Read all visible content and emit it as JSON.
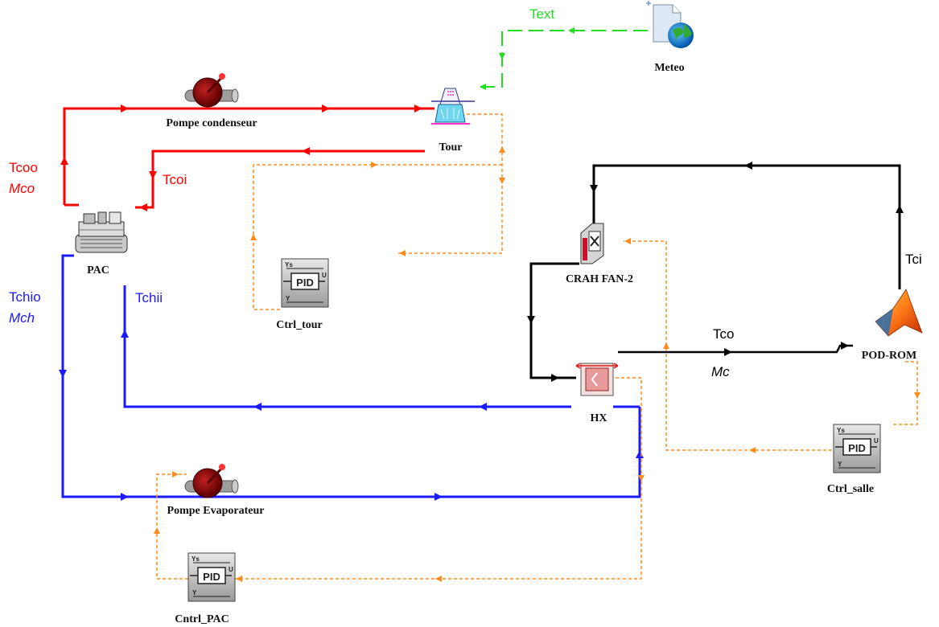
{
  "colors": {
    "condenser": "#ff0000",
    "chilled": "#1a1aff",
    "air": "#000000",
    "weather": "#22dd22",
    "control": "#ff8c1a"
  },
  "components": {
    "meteo": {
      "label": "Meteo",
      "icon": "weather-file-globe-icon"
    },
    "tour": {
      "label": "Tour",
      "icon": "cooling-tower-icon"
    },
    "pompe_condenseur": {
      "label": "Pompe condenseur",
      "icon": "pump-icon"
    },
    "pac": {
      "label": "PAC",
      "icon": "chiller-icon"
    },
    "ctrl_tour": {
      "label": "Ctrl_tour",
      "icon": "pid-controller-icon"
    },
    "crah": {
      "label": "CRAH FAN-2",
      "icon": "crah-fan-icon"
    },
    "hx": {
      "label": "HX",
      "icon": "heat-exchanger-icon"
    },
    "pod_rom": {
      "label": "POD-ROM",
      "icon": "matlab-icon"
    },
    "ctrl_salle": {
      "label": "Ctrl_salle",
      "icon": "pid-controller-icon"
    },
    "pompe_evaporateur": {
      "label": "Pompe Evaporateur",
      "icon": "pump-icon"
    },
    "cntrl_pac": {
      "label": "Cntrl_PAC",
      "icon": "pid-controller-icon"
    }
  },
  "pid_block": {
    "ys": "Ys",
    "u": "U",
    "y": "Y",
    "core": "PID"
  },
  "variables": {
    "text": "Text",
    "tcoo": "Tcoo",
    "mco": "Mco",
    "tcoi": "Tcoi",
    "tchio": "Tchio",
    "mch": "Mch",
    "tchii": "Tchii",
    "tco": "Tco",
    "mc": "Mc",
    "tci": "Tci"
  }
}
